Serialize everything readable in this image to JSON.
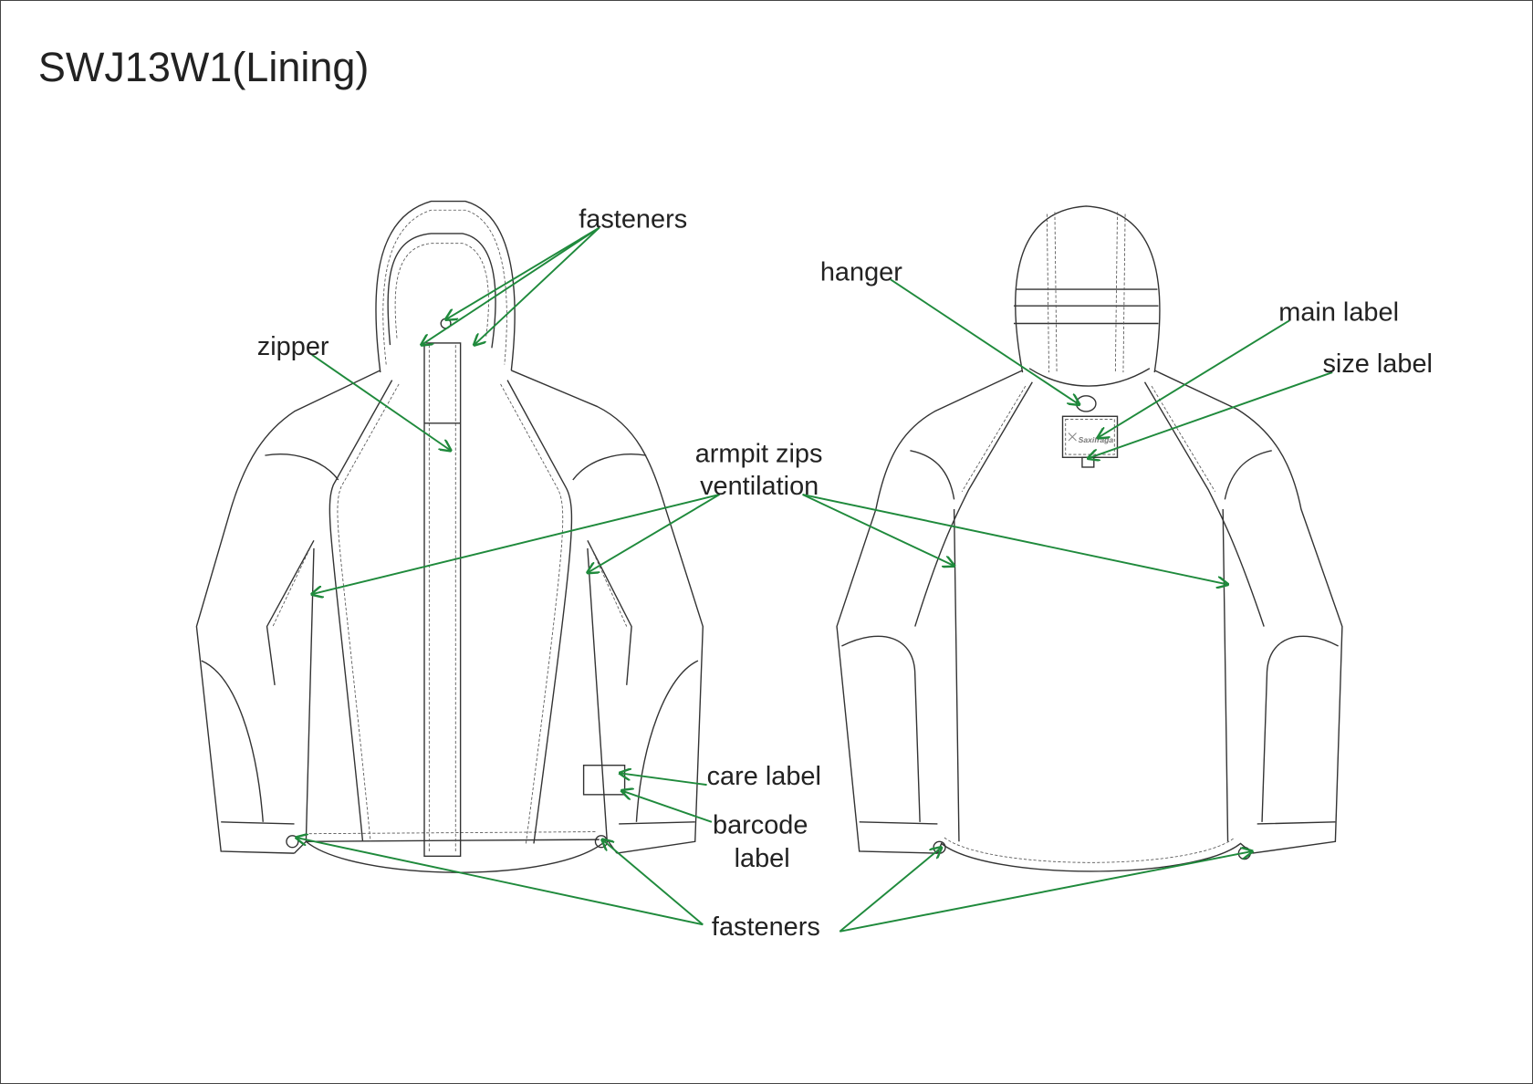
{
  "title": "SWJ13W1(Lining)",
  "colors": {
    "annotation": "#1f8a3c",
    "outline": "#333333"
  },
  "labels": {
    "fasteners_top": "fasteners",
    "zipper": "zipper",
    "hanger": "hanger",
    "main_label": "main label",
    "size_label": "size label",
    "armpit_zips": "armpit zips",
    "ventilation": "ventilation",
    "care_label": "care label",
    "barcode_1": "barcode",
    "barcode_2": "label",
    "fasteners_bottom": "fasteners"
  },
  "brand_label": "Saxifraga"
}
